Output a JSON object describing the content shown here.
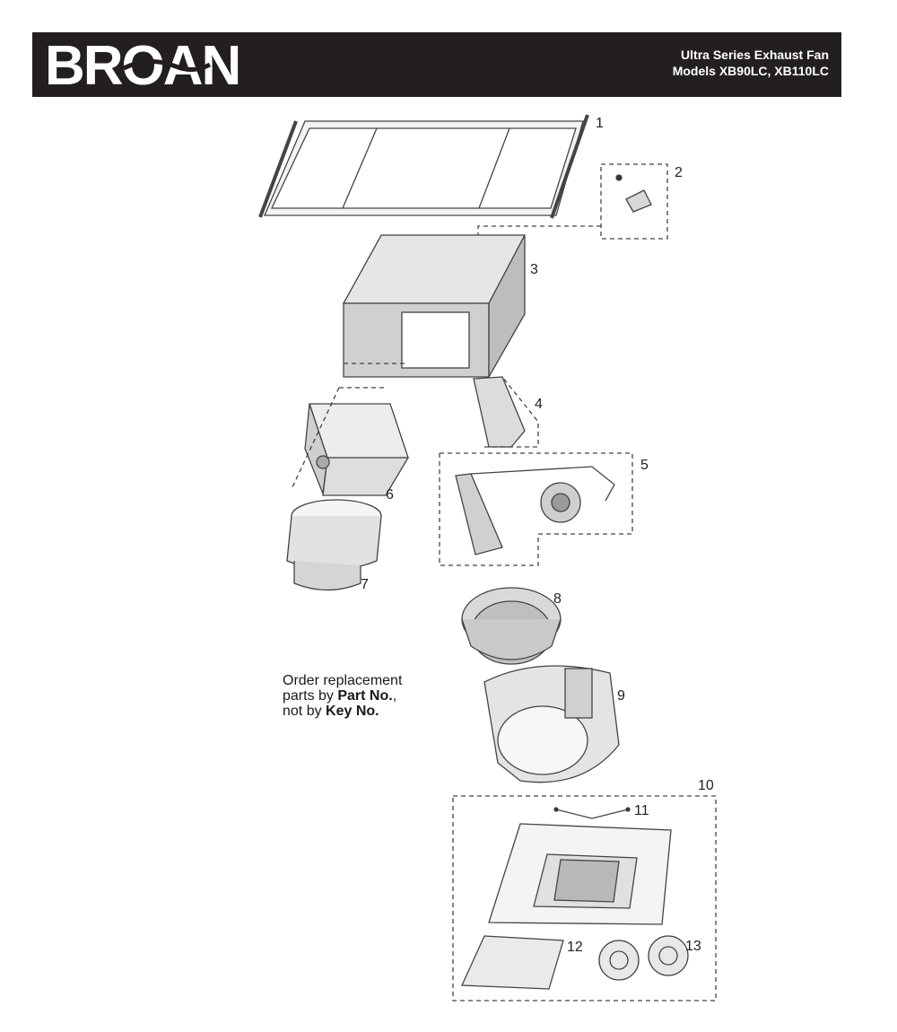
{
  "header": {
    "brand": "BROAN",
    "title_line1": "Ultra Series Exhaust Fan",
    "title_line2": "Models XB90LC, XB110LC",
    "brand_color": "#231f20"
  },
  "note": {
    "part1": "Order replacement",
    "part2": "parts by ",
    "part3": "Part No.",
    "part4": ",",
    "part5": "not by ",
    "part6": "Key No."
  },
  "keys": [
    "1",
    "2",
    "3",
    "4",
    "5",
    "6",
    "7",
    "8",
    "9",
    "10",
    "11",
    "12",
    "13"
  ]
}
